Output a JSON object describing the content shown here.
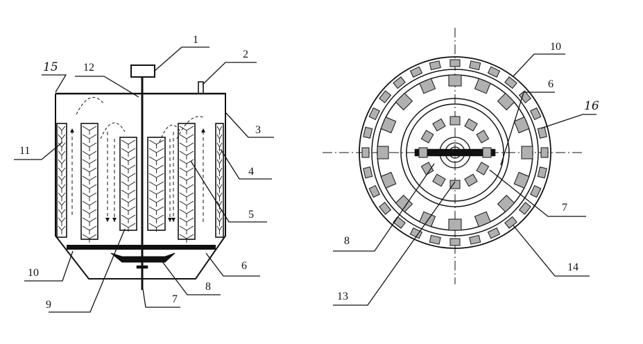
{
  "side_view": {
    "labels": [
      {
        "key": "motor",
        "text": "1"
      },
      {
        "key": "outlet",
        "text": "2"
      },
      {
        "key": "shell",
        "text": "3"
      },
      {
        "key": "outer-tube",
        "text": "4"
      },
      {
        "key": "middle-tube",
        "text": "5"
      },
      {
        "key": "bottom-plate-right",
        "text": "6"
      },
      {
        "key": "shaft-bottom",
        "text": "7"
      },
      {
        "key": "impeller",
        "text": "8"
      },
      {
        "key": "inner-tube",
        "text": "9"
      },
      {
        "key": "bottom-plate-left",
        "text": "10"
      },
      {
        "key": "left-wall-tube",
        "text": "11"
      },
      {
        "key": "shaft",
        "text": "12"
      },
      {
        "key": "lid",
        "text": "15"
      }
    ]
  },
  "top_view": {
    "labels": [
      {
        "key": "outer-ring",
        "text": "10"
      },
      {
        "key": "ring-6",
        "text": "6"
      },
      {
        "key": "outer-blocks",
        "text": "16"
      },
      {
        "key": "ring-7",
        "text": "7"
      },
      {
        "key": "inner-ring-8",
        "text": "8"
      },
      {
        "key": "ring-14",
        "text": "14"
      },
      {
        "key": "ring-13",
        "text": "13"
      }
    ]
  },
  "colors": {
    "line": "#111111",
    "block_fill": "#b0b0b0",
    "background": "#ffffff"
  }
}
